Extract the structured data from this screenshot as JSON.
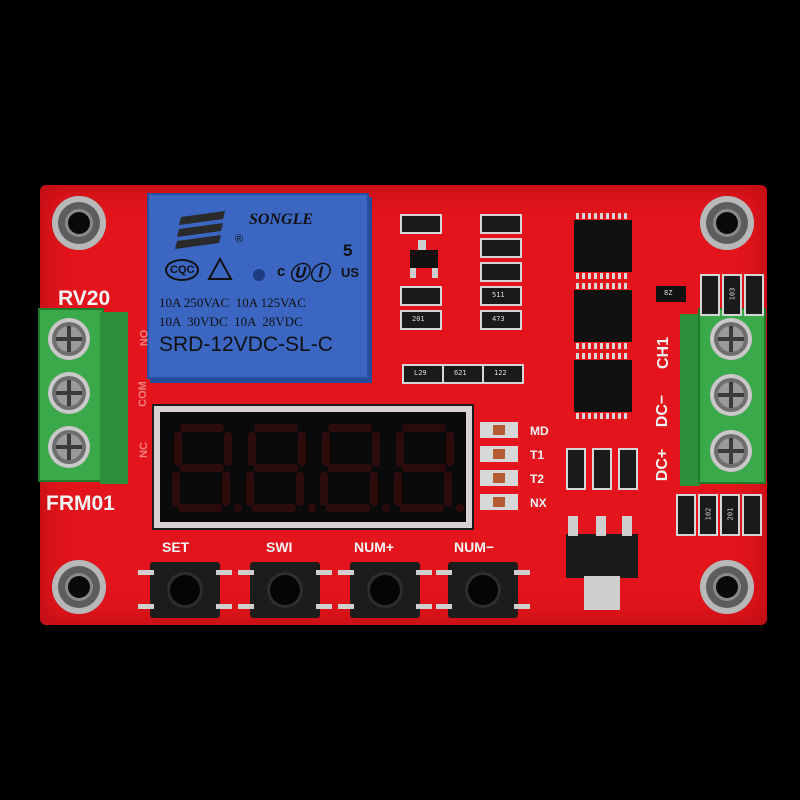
{
  "board": {
    "name_top": "RV20",
    "name_bottom": "FRM01",
    "colors": {
      "pcb": "#e3141b",
      "relay": "#3b66c2",
      "terminal": "#3aa94a",
      "background": "#000000"
    }
  },
  "relay": {
    "brand": "SONGLE",
    "cert_left": "CQC",
    "cert_num": "5",
    "cert_us": "US",
    "rating_line1": "10A 250VAC  10A 125VAC",
    "rating_line2": "10A  30VDC  10A  28VDC",
    "model": "SRD-12VDC-SL-C"
  },
  "left_terminal": {
    "labels": [
      "NO",
      "COM",
      "NC"
    ]
  },
  "right_terminal": {
    "labels": [
      "CH1",
      "DC−",
      "DC+"
    ]
  },
  "display": {
    "digits": "8.8.8.8."
  },
  "indicators": [
    "MD",
    "T1",
    "T2",
    "NX"
  ],
  "buttons": [
    "SET",
    "SWI",
    "NUM+",
    "NUM−"
  ],
  "smd_codes": [
    "L29",
    "621",
    "122",
    "201",
    "511",
    "473",
    "103",
    "102",
    "201",
    "8Z"
  ]
}
